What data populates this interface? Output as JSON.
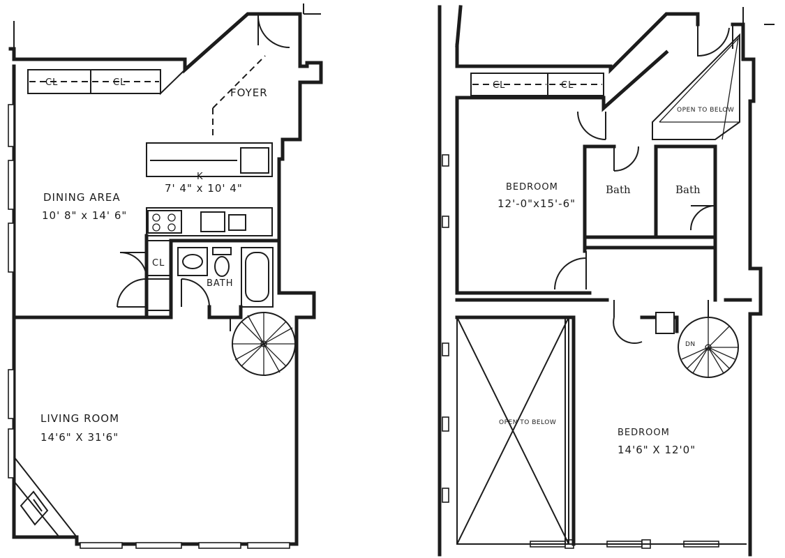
{
  "lower_floor": {
    "closet_1": "CL",
    "closet_2": "CL",
    "foyer": "FOYER",
    "kitchen_name": "K",
    "kitchen_size": "7' 4\" x 10' 4\"",
    "dining_name": "DINING AREA",
    "dining_size": "10' 8\"  x  14' 6\"",
    "closet_3": "CL",
    "bath": "BATH",
    "living_name": "LIVING ROOM",
    "living_size": "14'6\" X 31'6\""
  },
  "upper_floor": {
    "closet_1": "CL",
    "closet_2": "CL",
    "open_top": "OPEN TO BELOW",
    "bedroom1_name": "BEDROOM",
    "bedroom1_size": "12'-0\"x15'-6\"",
    "bath_1": "Bath",
    "bath_2": "Bath",
    "open_main": "OPEN TO BELOW",
    "stair_dn": "DN",
    "bedroom2_name": "BEDROOM",
    "bedroom2_size": "14'6\" X 12'0\""
  }
}
